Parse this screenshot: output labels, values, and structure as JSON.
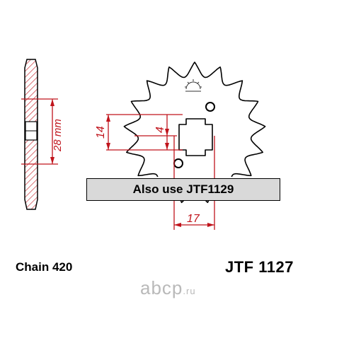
{
  "note": "Also use JTF1129",
  "chain_label": "Chain 420",
  "part_number": "JTF 1127",
  "dimensions": {
    "chain_pitch": "28 mm",
    "spline_height": "14",
    "spline_width": "4",
    "bore": "17"
  },
  "watermark": {
    "name": "abcp",
    "tld": ".ru"
  },
  "colors": {
    "dimension": "#c0141c",
    "outline": "#000000",
    "box_fill": "#d9d9d9",
    "watermark": "#b9b9b9"
  }
}
